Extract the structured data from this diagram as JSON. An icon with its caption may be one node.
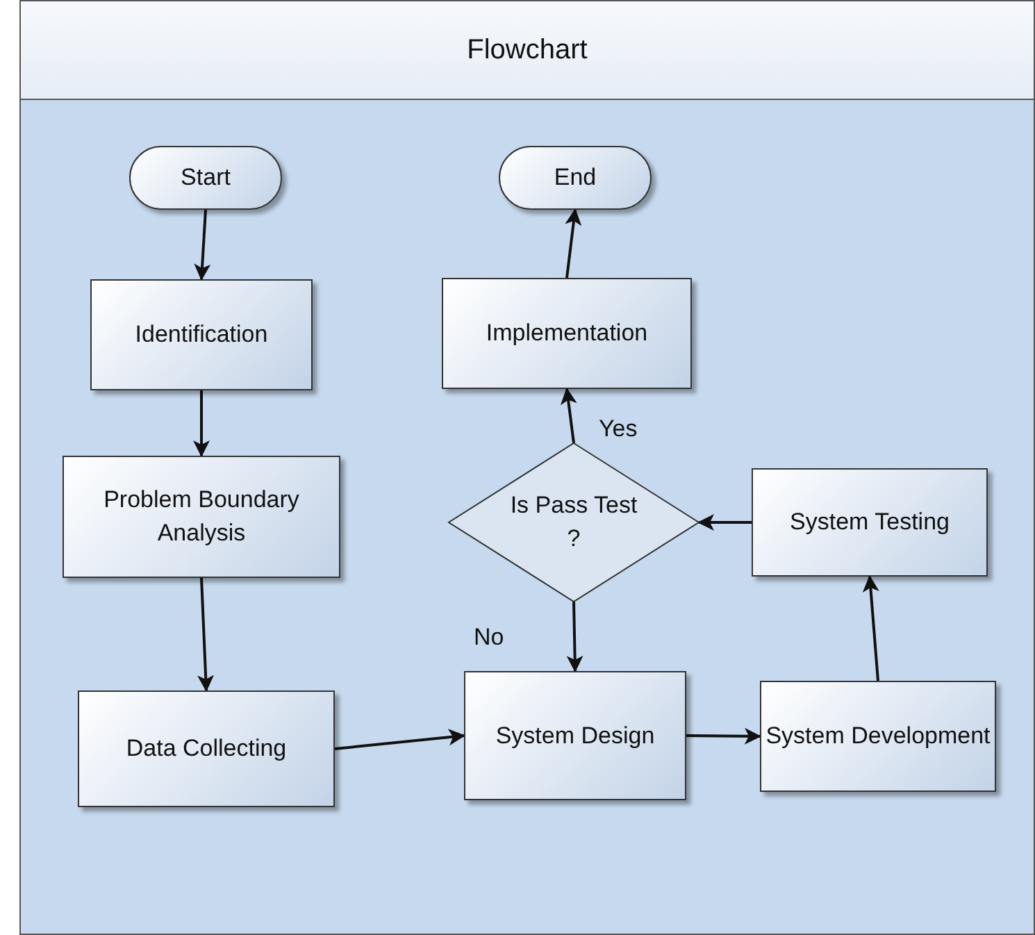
{
  "diagram": {
    "nodes": [
      {
        "text": [
          "Flowchart"
        ]
      },
      {
        "text": [
          "Start"
        ],
        "in": 0
      },
      {
        "text": [
          "Identification"
        ],
        "in": 0
      },
      {
        "text": [
          "Problem Boundary Analysis"
        ],
        "in": 0
      },
      {
        "text": [
          "Data Collecting"
        ],
        "in": 0
      },
      {
        "text": [
          "Implementation"
        ],
        "in": 0
      },
      {
        "text": [
          "End"
        ],
        "in": 0
      },
      {
        "text": [
          "Is Pass Test ?"
        ],
        "in": 0
      },
      {
        "text": [
          "System Testing"
        ],
        "in": 0
      },
      {
        "text": [
          "System Design"
        ],
        "in": 0
      },
      {
        "text": [
          "System Development"
        ],
        "in": 0
      }
    ],
    "edges": [
      {
        "from": 1,
        "to": 2,
        "arrow": "to"
      },
      {
        "from": 2,
        "to": 3,
        "arrow": "to"
      },
      {
        "from": 3,
        "to": 4,
        "arrow": "to"
      },
      {
        "from": 4,
        "to": 9,
        "arrow": "to"
      },
      {
        "from": 9,
        "to": 10,
        "arrow": "to"
      },
      {
        "from": 10,
        "to": 8,
        "arrow": "to"
      },
      {
        "from": 8,
        "to": 7,
        "arrow": "to"
      },
      {
        "from": 7,
        "to": 5,
        "arrow": "to",
        "label": "Yes"
      },
      {
        "from": 5,
        "to": 6,
        "arrow": "to"
      },
      {
        "from": 7,
        "to": 9,
        "arrow": "to",
        "label": "No"
      }
    ]
  }
}
